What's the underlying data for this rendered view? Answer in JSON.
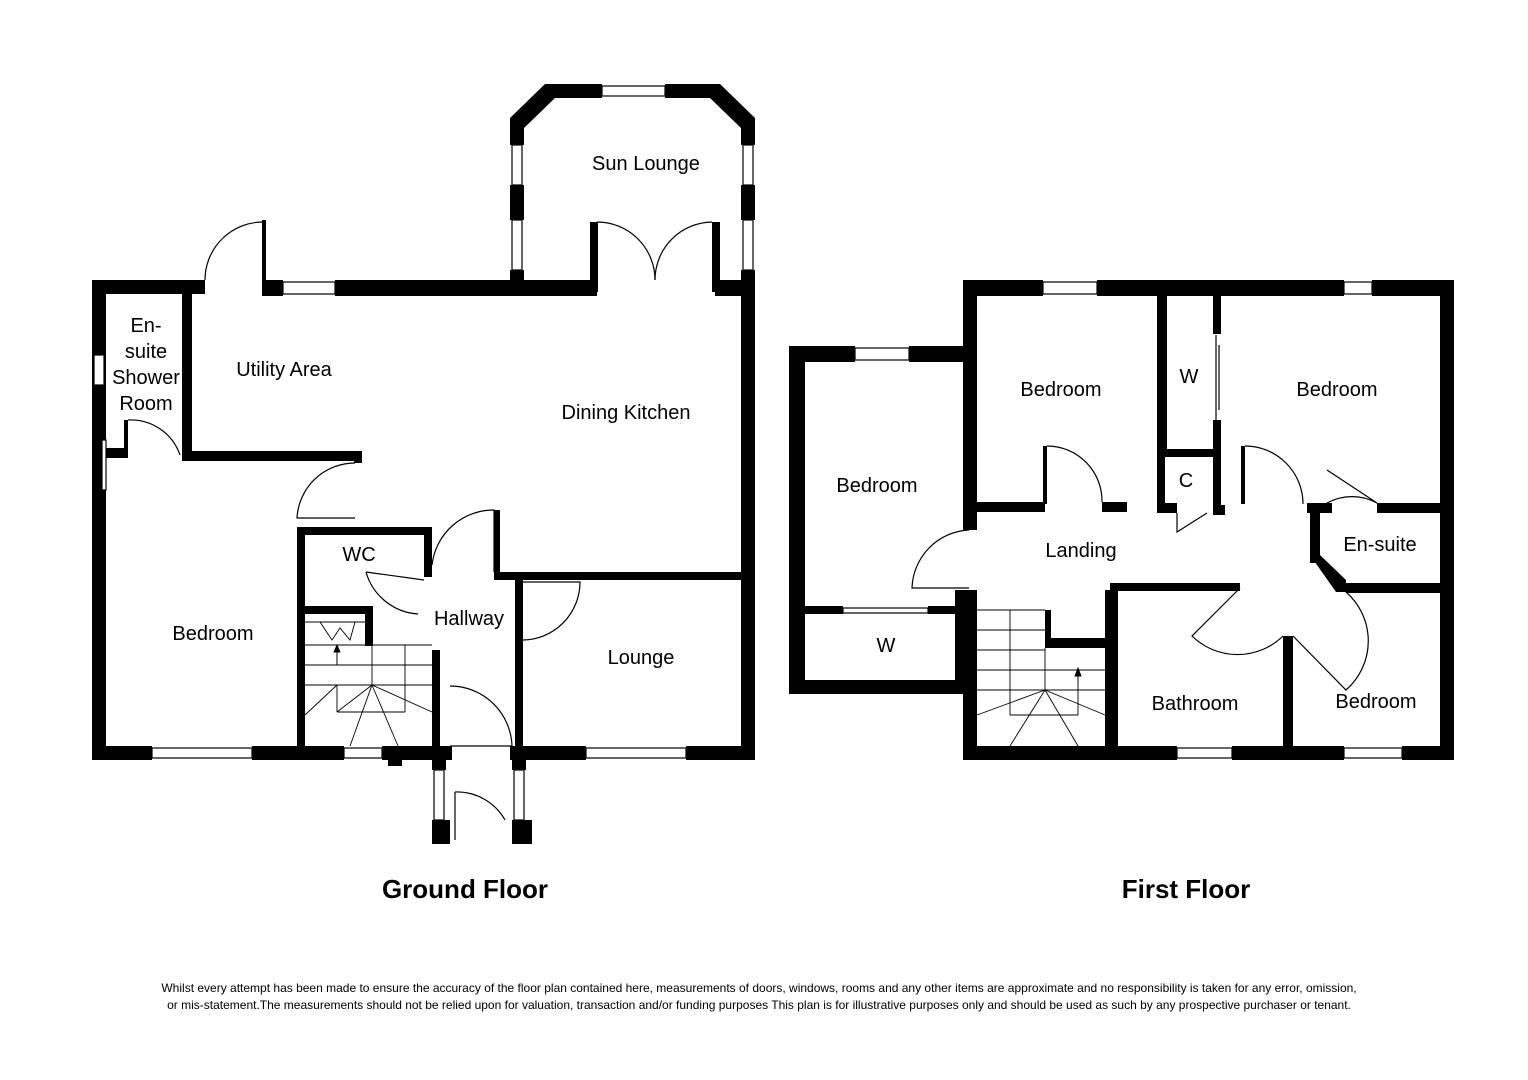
{
  "ground_floor": {
    "title": "Ground Floor",
    "rooms": {
      "sun_lounge": "Sun Lounge",
      "utility_area": "Utility Area",
      "dining_kitchen": "Dining Kitchen",
      "ensuite_line1": "En-",
      "ensuite_line2": "suite",
      "ensuite_line3": "Shower",
      "ensuite_line4": "Room",
      "bedroom": "Bedroom",
      "wc": "WC",
      "hallway": "Hallway",
      "lounge": "Lounge"
    }
  },
  "first_floor": {
    "title": "First Floor",
    "rooms": {
      "bedroom_left": "Bedroom",
      "bedroom_top": "Bedroom",
      "wardrobe_top": "W",
      "bedroom_right": "Bedroom",
      "cupboard": "C",
      "landing": "Landing",
      "ensuite": "En-suite",
      "wardrobe_left": "W",
      "bathroom": "Bathroom",
      "bedroom_small": "Bedroom"
    }
  },
  "disclaimer": {
    "line1": "Whilst every attempt has been made to ensure the accuracy of the floor plan contained here, measurements of doors, windows, rooms and any other items are approximate and no responsibility is taken for any error, omission,",
    "line2": "or mis-statement.The measurements should not be relied upon for valuation, transaction and/or funding purposes This plan is for illustrative purposes only and should be used as such by any prospective purchaser or tenant."
  }
}
